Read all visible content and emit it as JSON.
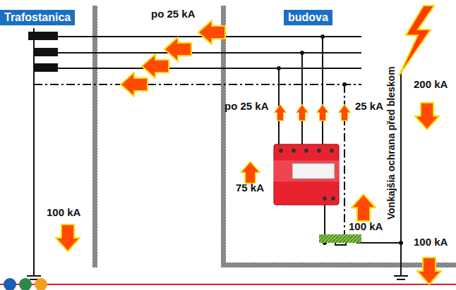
{
  "diagram": {
    "nodes": [
      {
        "text": [
          "Trafostanica"
        ]
      },
      {
        "text": [
          "budova"
        ]
      }
    ],
    "labels": [
      "po 25 kA",
      "po 25 kA",
      "25 kA",
      "200 kA",
      "75 kA",
      "100 kA",
      "100 kA",
      "100 kA",
      "Vonkajšia ochrana před bleskom"
    ]
  }
}
